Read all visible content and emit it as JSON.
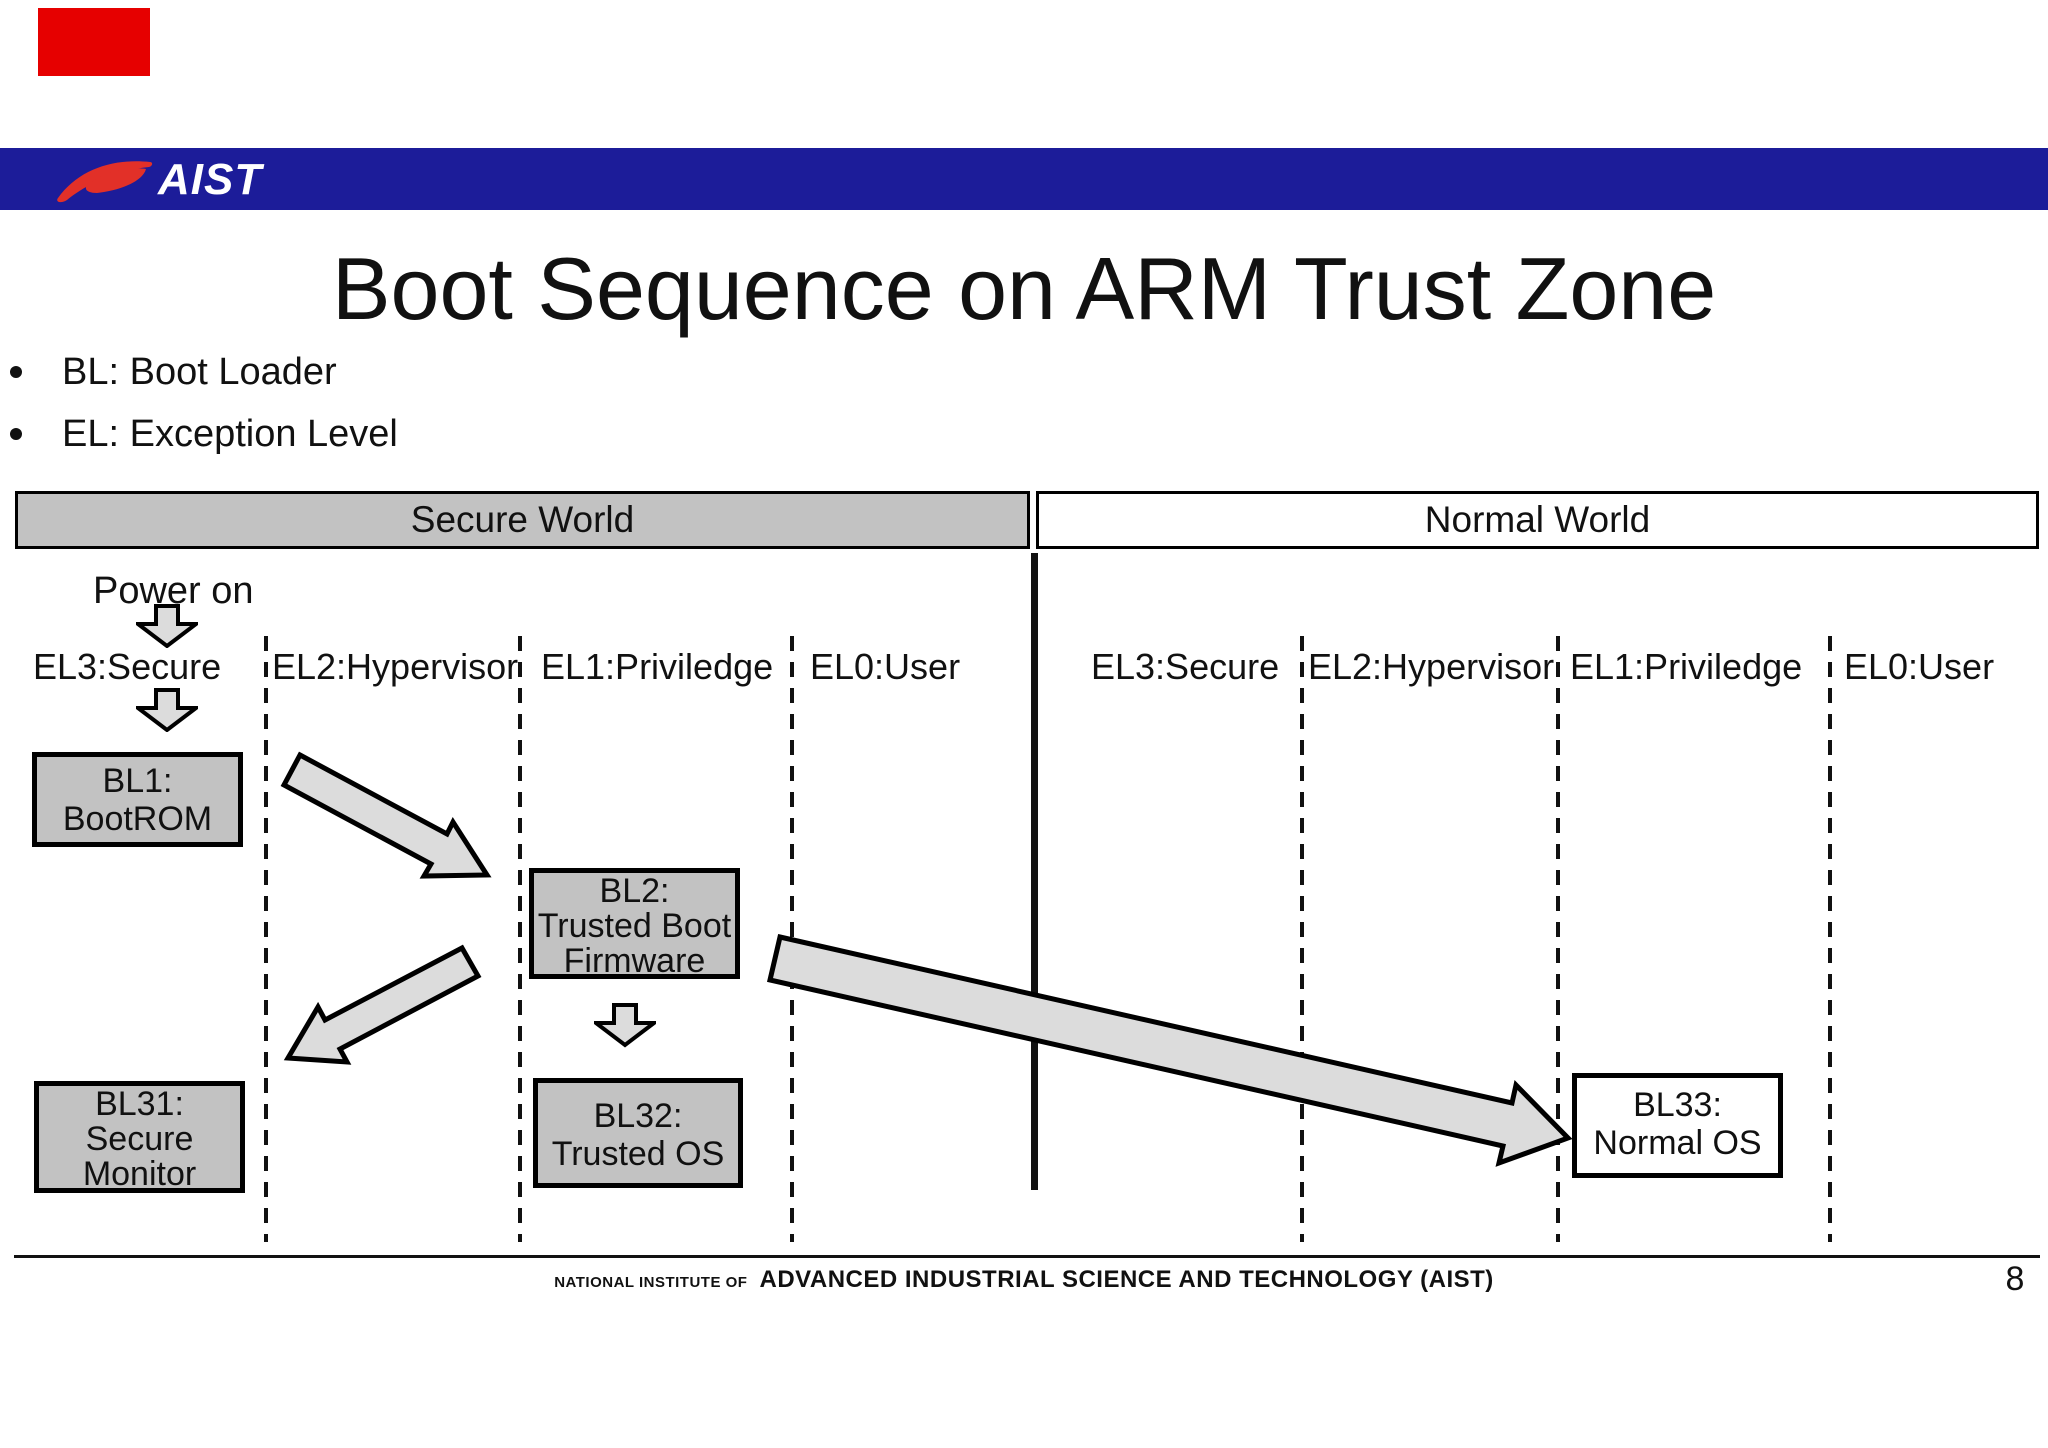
{
  "slide": {
    "logo_text": "AIST",
    "title": "Boot Sequence on ARM Trust Zone",
    "bullets": [
      "BL: Boot Loader",
      "EL: Exception Level"
    ],
    "power_on_label": "Power on",
    "worlds": {
      "secure_label": "Secure World",
      "normal_label": "Normal World"
    },
    "exception_levels_secure": [
      "EL3:Secure",
      "EL2:Hypervisor",
      "EL1:Priviledge",
      "EL0:User"
    ],
    "exception_levels_normal": [
      "EL3:Secure",
      "EL2:Hypervisor",
      "EL1:Priviledge",
      "EL0:User"
    ],
    "boxes": {
      "bl1": {
        "line1": "BL1:",
        "line2": "BootROM"
      },
      "bl2": {
        "line1": "BL2:",
        "line2": "Trusted Boot",
        "line3": "Firmware"
      },
      "bl31": {
        "line1": "BL31:",
        "line2": "Secure",
        "line3": "Monitor"
      },
      "bl32": {
        "line1": "BL32:",
        "line2": "Trusted OS"
      },
      "bl33": {
        "line1": "BL33:",
        "line2": "Normal OS"
      }
    },
    "footer": {
      "prefix": "NATIONAL INSTITUTE OF",
      "institute": "ADVANCED INDUSTRIAL SCIENCE AND TECHNOLOGY (AIST)"
    },
    "page_number": "8",
    "colors": {
      "brand_blue": "#1c1c99",
      "brand_red": "#e23028",
      "box_gray": "#c2c2c2",
      "marker_red": "#e60000"
    }
  }
}
